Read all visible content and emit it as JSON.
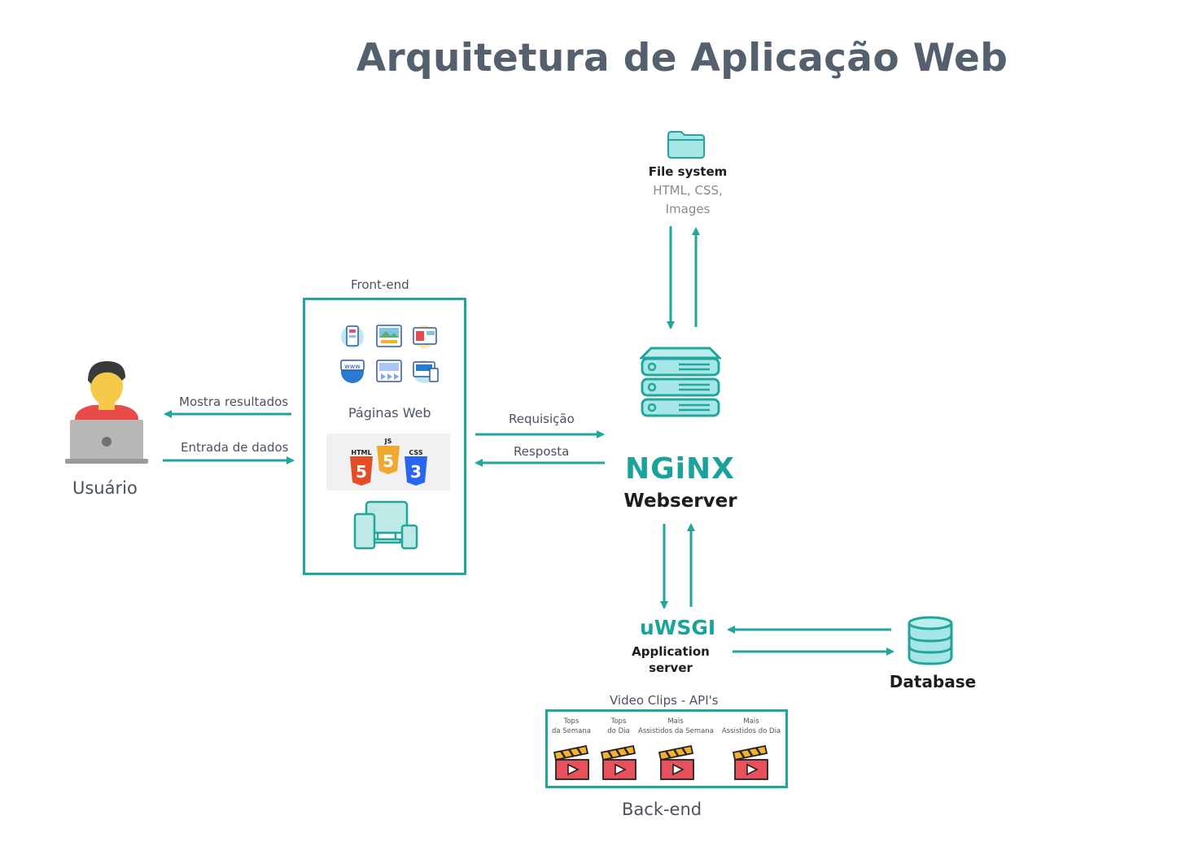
{
  "title": "Arquitetura de Aplicação Web",
  "user": {
    "label": "Usuário"
  },
  "arrows": {
    "mostra_resultados": "Mostra resultados",
    "entrada_de_dados": "Entrada de dados",
    "requisicao": "Requisição",
    "resposta": "Resposta"
  },
  "frontend": {
    "label": "Front-end",
    "paginas_web": "Páginas Web",
    "badges": [
      "HTML",
      "JS",
      "CSS"
    ]
  },
  "file_system": {
    "title": "File system",
    "line1": "HTML, CSS,",
    "line2": "Images"
  },
  "webserver": {
    "logo": "NGiNX",
    "label": "Webserver"
  },
  "app_server": {
    "logo": "uWSGI",
    "line1": "Application",
    "line2": "server"
  },
  "database": {
    "label": "Database"
  },
  "backend": {
    "header": "Video Clips - API's",
    "label": "Back-end",
    "clips": [
      {
        "line1": "Tops",
        "line2": "da Semana"
      },
      {
        "line1": "Tops",
        "line2": "do Dia"
      },
      {
        "line1": "Mais",
        "line2": "Assistidos da Semana"
      },
      {
        "line1": "Mais",
        "line2": "Assistidos do Dia"
      }
    ]
  },
  "colors": {
    "accent": "#22a69b",
    "title": "#55606f",
    "text": "#4a5260",
    "clapper_red": "#e8505b"
  }
}
